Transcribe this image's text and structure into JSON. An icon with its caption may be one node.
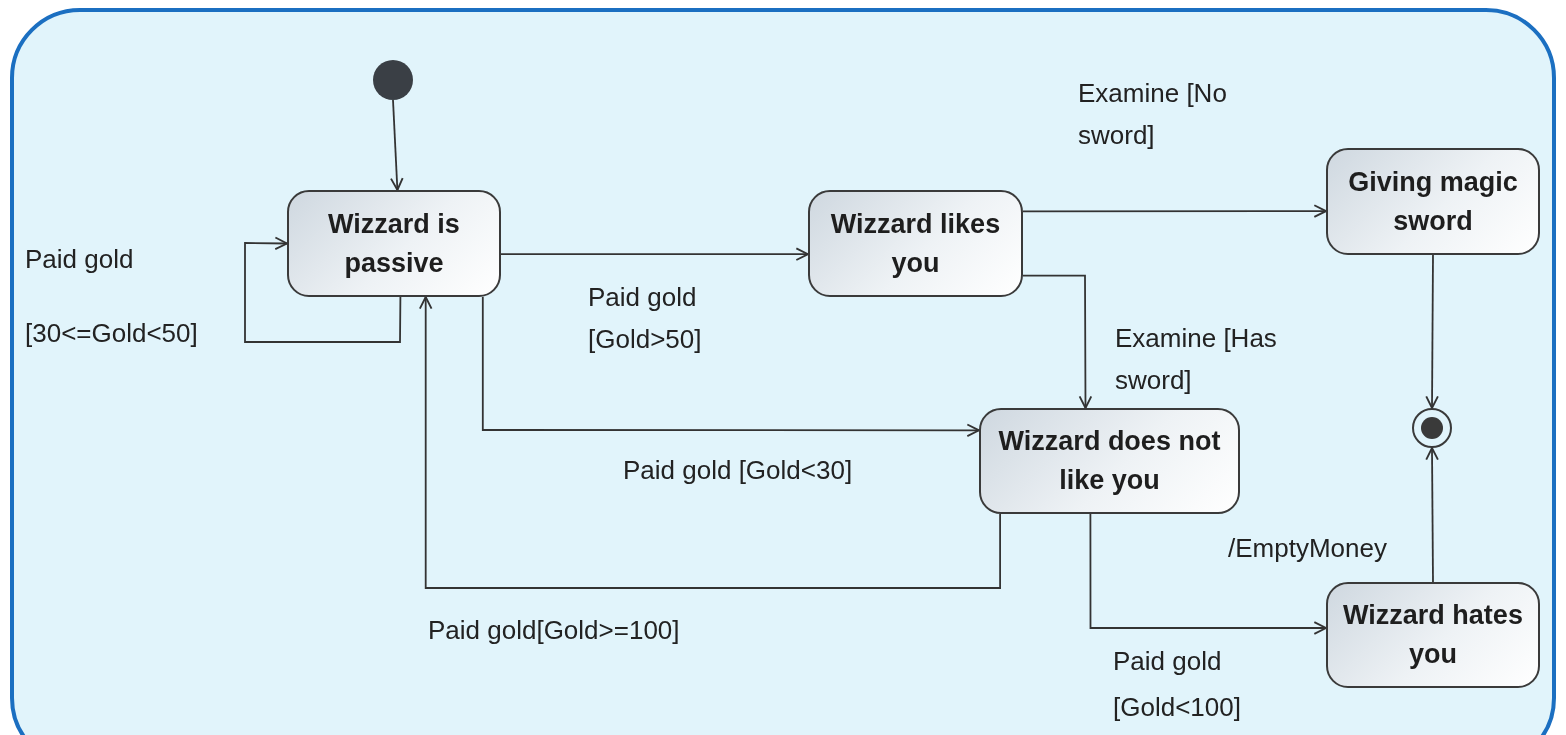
{
  "diagram": {
    "nodes": [
      {
        "text": [],
        "shape": "circle"
      },
      {
        "text": [
          "Wizzard is passive"
        ]
      },
      {
        "text": [
          "Wizzard likes you"
        ]
      },
      {
        "text": [
          "Giving magic sword"
        ]
      },
      {
        "text": [
          "Wizzard does not like you"
        ]
      },
      {
        "text": [],
        "shape": "circle"
      },
      {
        "text": [
          "Wizzard hates you"
        ]
      }
    ],
    "edges": [
      {
        "from": 0,
        "to": 1,
        "arrow": "to"
      },
      {
        "from": 1,
        "to": 1,
        "arrow": "to",
        "label": "Paid gold [30<=Gold<50]"
      },
      {
        "from": 1,
        "to": 2,
        "arrow": "to",
        "label": "Paid gold [Gold>50]"
      },
      {
        "from": 2,
        "to": 3,
        "arrow": "to",
        "label": "Examine [No sword]"
      },
      {
        "from": 2,
        "to": 4,
        "arrow": "to",
        "label": "Examine [Has sword]"
      },
      {
        "from": 1,
        "to": 4,
        "arrow": "to",
        "label": "Paid gold [Gold<30]"
      },
      {
        "from": 4,
        "to": 1,
        "arrow": "to",
        "label": "Paid gold[Gold>=100]"
      },
      {
        "from": 4,
        "to": 6,
        "arrow": "to",
        "label": "Paid gold [Gold<100]"
      },
      {
        "from": 3,
        "to": 5,
        "arrow": "to"
      },
      {
        "from": 6,
        "to": 5,
        "arrow": "to",
        "label": "/EmptyMoney"
      }
    ]
  }
}
